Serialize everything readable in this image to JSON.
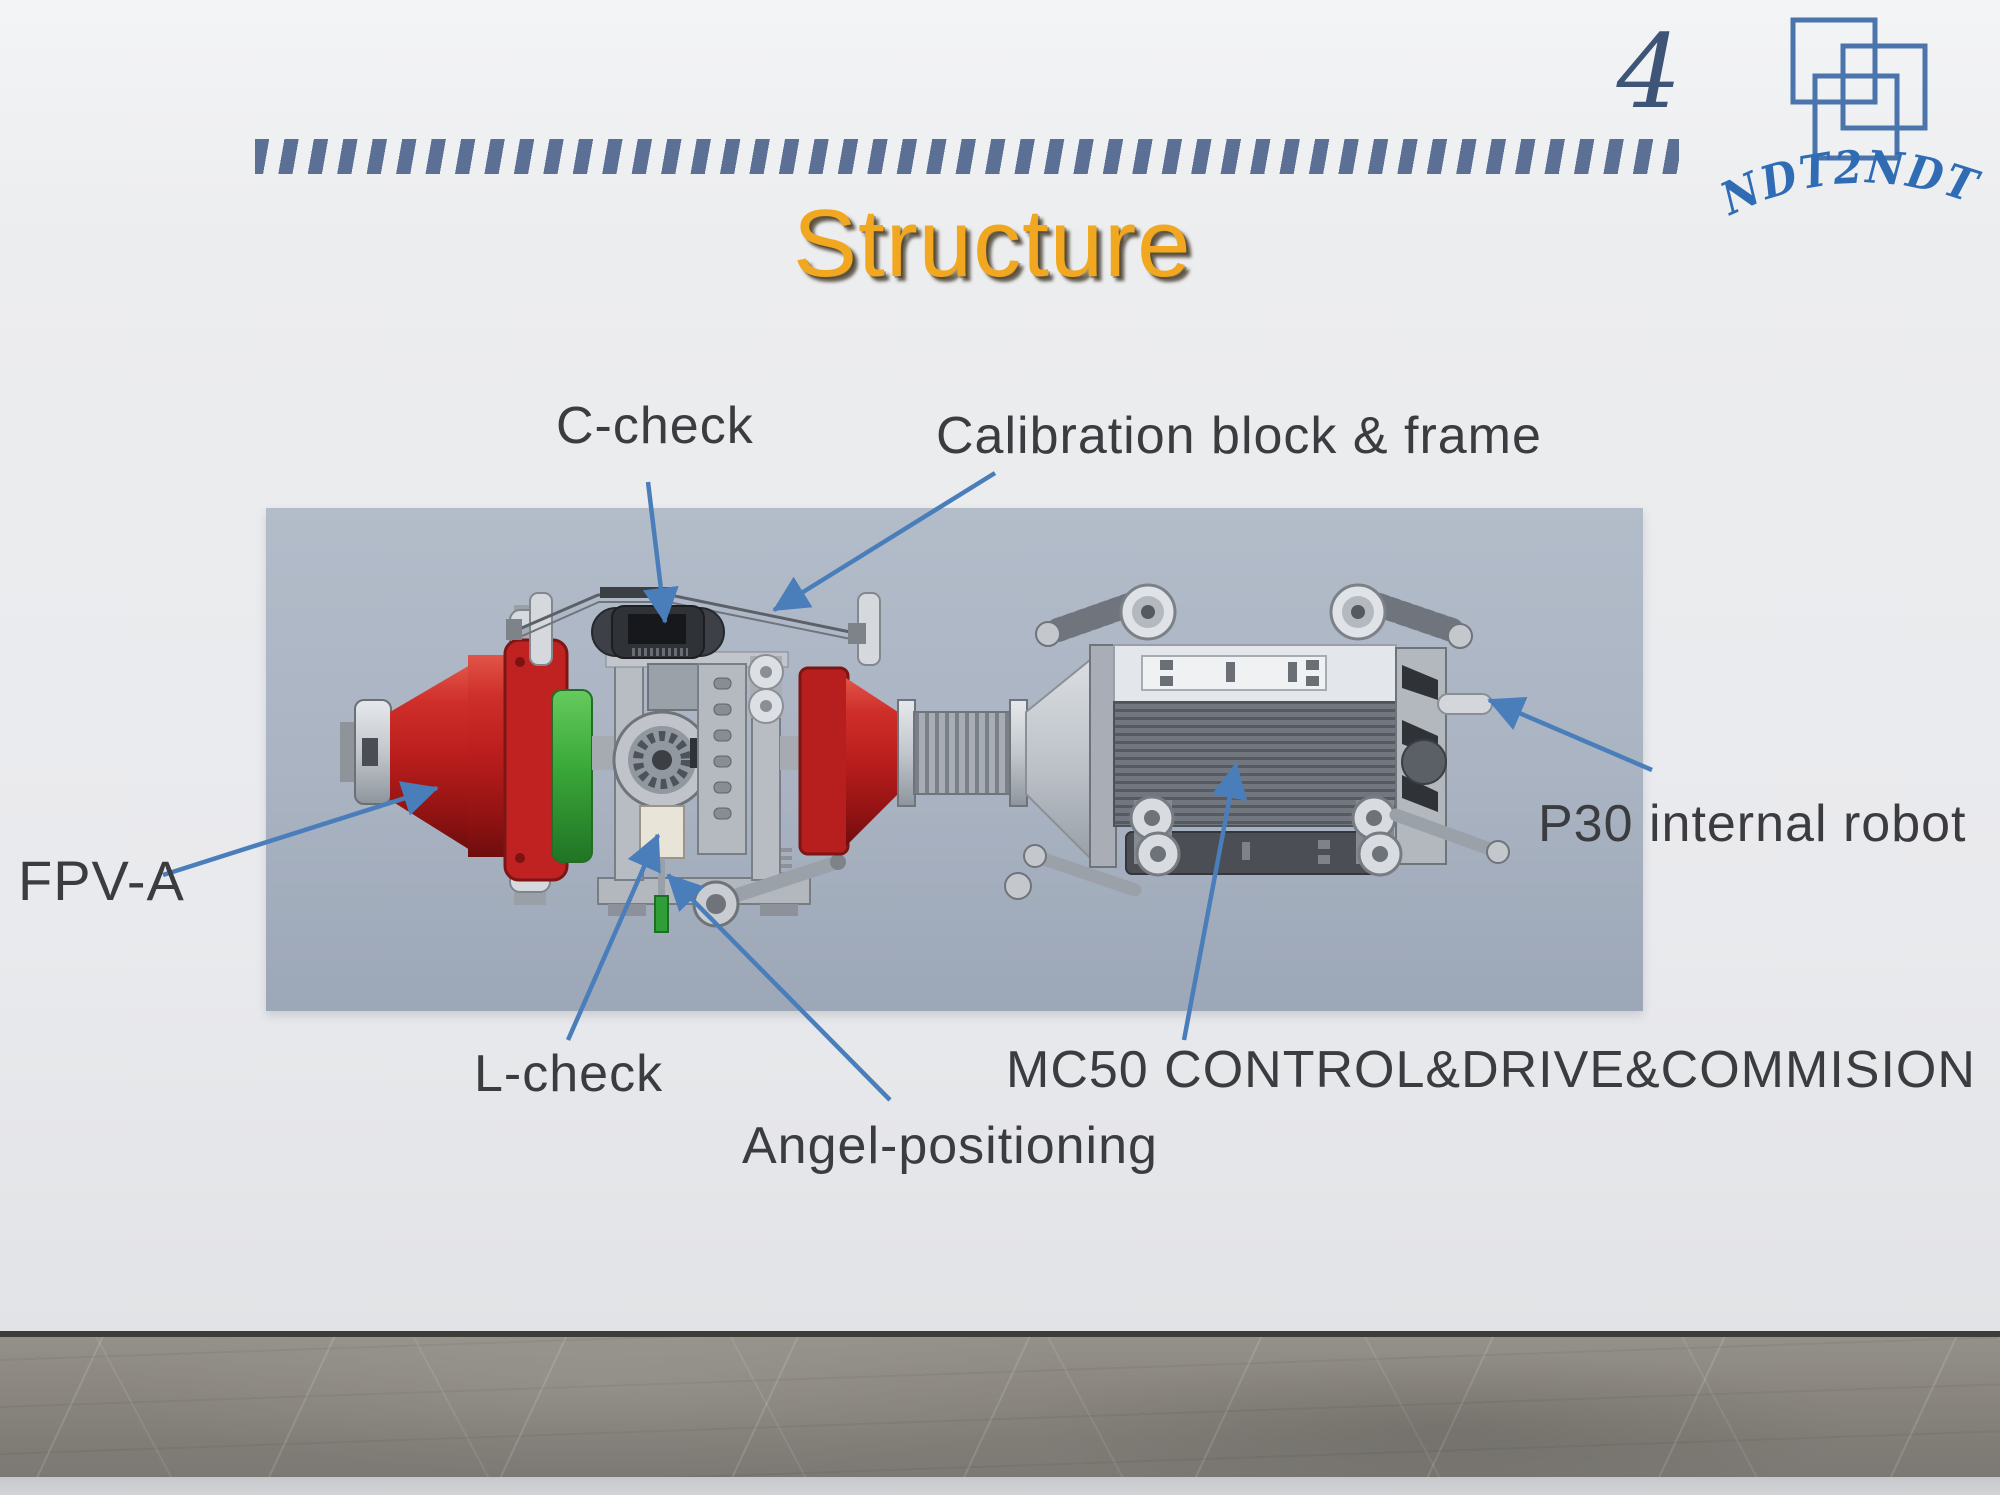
{
  "slide": {
    "page_number": "4",
    "title": "Structure"
  },
  "logo": {
    "text": "NDT2NDT"
  },
  "labels": {
    "c_check": "C-check",
    "calibration": "Calibration block & frame",
    "fpv_a": "FPV-A",
    "l_check": "L-check",
    "angel_positioning": "Angel-positioning",
    "mc50": "MC50 CONTROL&DRIVE&COMMISION",
    "p30": "P30 internal robot"
  },
  "colors": {
    "title_yellow": "#f1a71f",
    "arrow_blue": "#4a7ebb",
    "stripe_blue": "#5c6f94",
    "logo_blue": "#2f6cb3",
    "page_number_blue": "#3e5578",
    "panel_gray_blue": "#a9b3c2",
    "machine_red": "#b91d1c",
    "machine_green": "#3aa83a"
  }
}
